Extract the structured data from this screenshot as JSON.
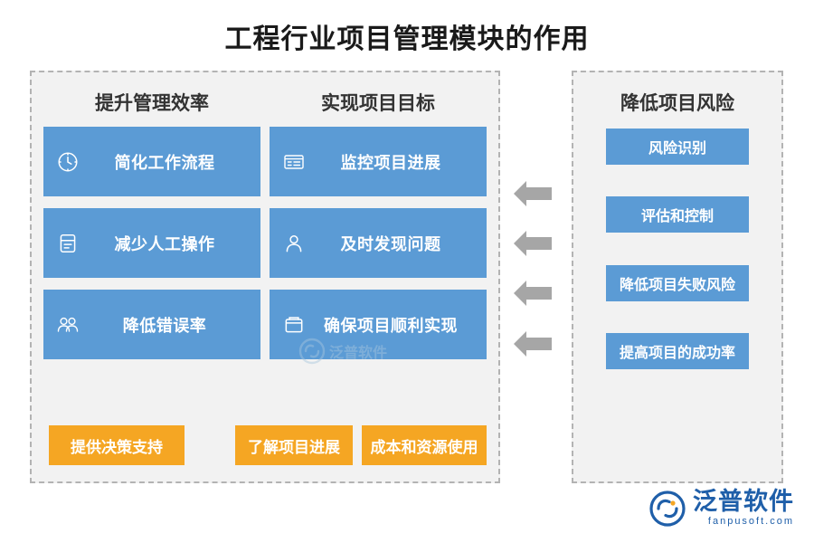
{
  "title": "工程行业项目管理模块的作用",
  "columns": {
    "left_header": "提升管理效率",
    "middle_header": "实现项目目标",
    "right_header": "降低项目风险"
  },
  "left_cards": [
    {
      "label": "简化工作流程",
      "icon": "clock-icon"
    },
    {
      "label": "减少人工操作",
      "icon": "database-icon"
    },
    {
      "label": "降低错误率",
      "icon": "people-icon"
    }
  ],
  "middle_cards": [
    {
      "label": "监控项目进展",
      "icon": "list-document-icon"
    },
    {
      "label": "及时发现问题",
      "icon": "person-icon"
    },
    {
      "label": "确保项目顺利实现",
      "icon": "folder-icon"
    }
  ],
  "right_items": [
    {
      "label": "风险识别"
    },
    {
      "label": "评估和控制"
    },
    {
      "label": "降低项目失败风险"
    },
    {
      "label": "提高项目的成功率"
    }
  ],
  "bottom_items": [
    {
      "label": "提供决策支持"
    },
    {
      "label": "了解项目进展"
    },
    {
      "label": "成本和资源使用"
    }
  ],
  "arrows": [
    {
      "name": "arrow-left-1",
      "direction": "left"
    },
    {
      "name": "arrow-left-2",
      "direction": "left"
    },
    {
      "name": "arrow-left-3",
      "direction": "left"
    },
    {
      "name": "arrow-left-4",
      "direction": "left"
    }
  ],
  "watermark": {
    "text": "泛普软件"
  },
  "logo": {
    "name": "泛普软件",
    "sub": "fanpusoft.com"
  },
  "colors": {
    "blue": "#5b9bd5",
    "orange": "#f5a623",
    "panel_bg": "#f2f2f2",
    "panel_border": "#b3b3b3",
    "arrow": "#a6a6a6",
    "title": "#1a1a1a",
    "logo_blue": "#1f5fa9"
  }
}
